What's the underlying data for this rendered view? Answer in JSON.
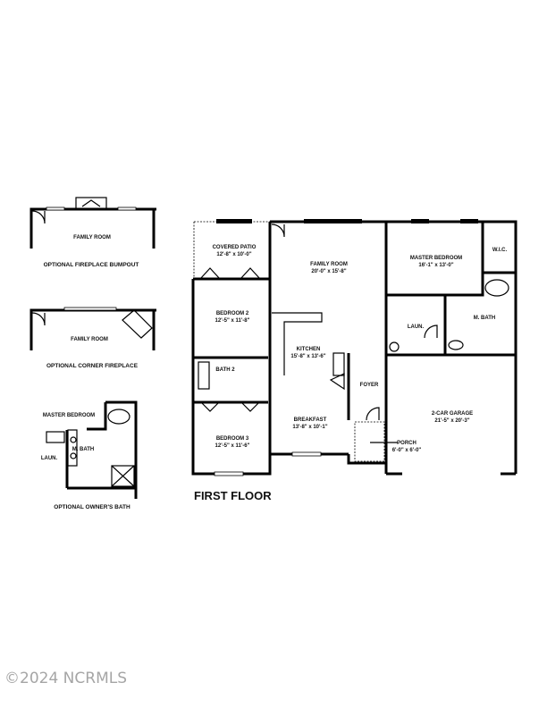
{
  "plan": {
    "title": "FIRST FLOOR",
    "rooms": {
      "covered_patio": {
        "name": "COVERED PATIO",
        "size": "12'-8\" x 10'-0\""
      },
      "family_room": {
        "name": "FAMILY ROOM",
        "size": "20'-0\" x 15'-8\""
      },
      "master_bedroom": {
        "name": "MASTER BEDROOM",
        "size": "16'-1\" x 13'-0\""
      },
      "wic": {
        "name": "W.I.C."
      },
      "m_bath": {
        "name": "M. BATH"
      },
      "laundry": {
        "name": "LAUN."
      },
      "bedroom2": {
        "name": "BEDROOM 2",
        "size": "12'-5\" x 11'-8\""
      },
      "kitchen": {
        "name": "KITCHEN",
        "size": "15'-8\" x 13'-6\""
      },
      "bath2": {
        "name": "BATH 2"
      },
      "foyer": {
        "name": "FOYER"
      },
      "breakfast": {
        "name": "BREAKFAST",
        "size": "13'-8\" x 10'-1\""
      },
      "bedroom3": {
        "name": "BEDROOM 3",
        "size": "12'-5\" x 11'-6\""
      },
      "garage": {
        "name": "2-CAR GARAGE",
        "size": "21'-5\" x 20'-3\""
      },
      "porch": {
        "name": "PORCH",
        "size": "6'-0\" x 6'-0\""
      }
    }
  },
  "options": [
    {
      "room_label": "FAMILY ROOM",
      "caption": "OPTIONAL FIREPLACE BUMPOUT"
    },
    {
      "room_label": "FAMILY ROOM",
      "caption": "OPTIONAL CORNER FIREPLACE"
    },
    {
      "labels": [
        "MASTER BEDROOM",
        "M. BATH",
        "LAUN."
      ],
      "caption": "OPTIONAL OWNER'S BATH"
    }
  ],
  "watermark": "©2024 NCRMLS"
}
